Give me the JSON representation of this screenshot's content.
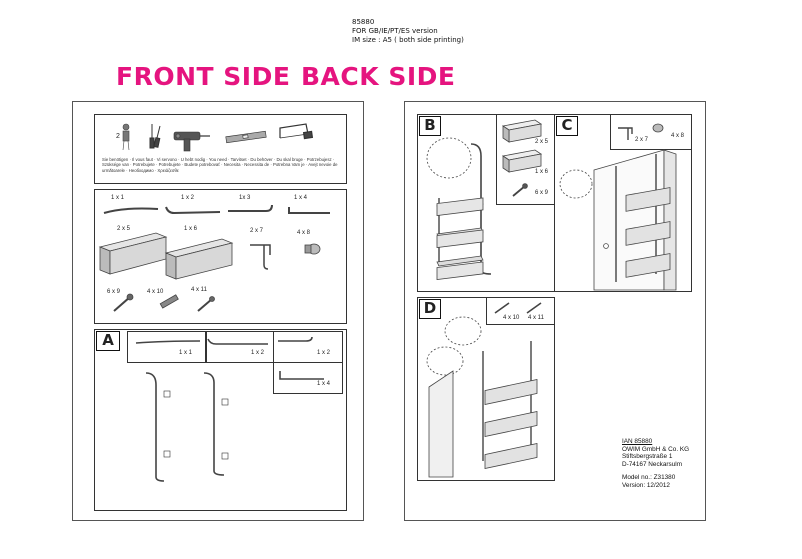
{
  "header": {
    "code": "85880",
    "version": "FOR GB/IE/PT/ES version",
    "size": "IM size  : A5  ( both side printing)"
  },
  "front_title": "FRONT SIDE",
  "back_title": "BACK SIDE",
  "tools_note": "Sie benötigen · Il vous faut · Vi servono · U hebt nodig · You need · Tarvitset · Du behöver · Du skal bruge · Potrzebujesz · Szüksége van · Potrebujete · Potrebujete · Budete potrebovať · Necesita · Necessita de · Potrebna Vam je · Avejt nevoie de următoarele · Необходимо · Χρειάζεσθε",
  "parts": {
    "p1": "1 x 1",
    "p2": "1 x 2",
    "p3": "1x 3",
    "p4": "1 x 4",
    "p5": "2 x 5",
    "p6": "1 x 6",
    "p7": "2 x 7",
    "p8": "4 x 8",
    "p9": "6 x 9",
    "p10": "4 x 10",
    "p11": "4 x 11"
  },
  "steps": {
    "A": {
      "label": "A",
      "q1": "1 x 1",
      "q2": "1 x 2",
      "q3": "1 x 2",
      "q4": "1 x 4"
    },
    "B": {
      "label": "B",
      "q5": "2 x 5",
      "q6": "1 x 6",
      "q9": "6 x 9"
    },
    "C": {
      "label": "C",
      "q7": "2 x 7",
      "q8": "4 x 8"
    },
    "D": {
      "label": "D",
      "q10": "4 x 10",
      "q11": "4 x 11"
    }
  },
  "info": {
    "ian": "IAN 85880",
    "company": "OWIM GmbH & Co. KG",
    "street": "Stiftsbergstraße 1",
    "city": "D-74167 Neckarsulm",
    "model": "Model no.: Z31380",
    "date": "Version: 12/2012"
  }
}
